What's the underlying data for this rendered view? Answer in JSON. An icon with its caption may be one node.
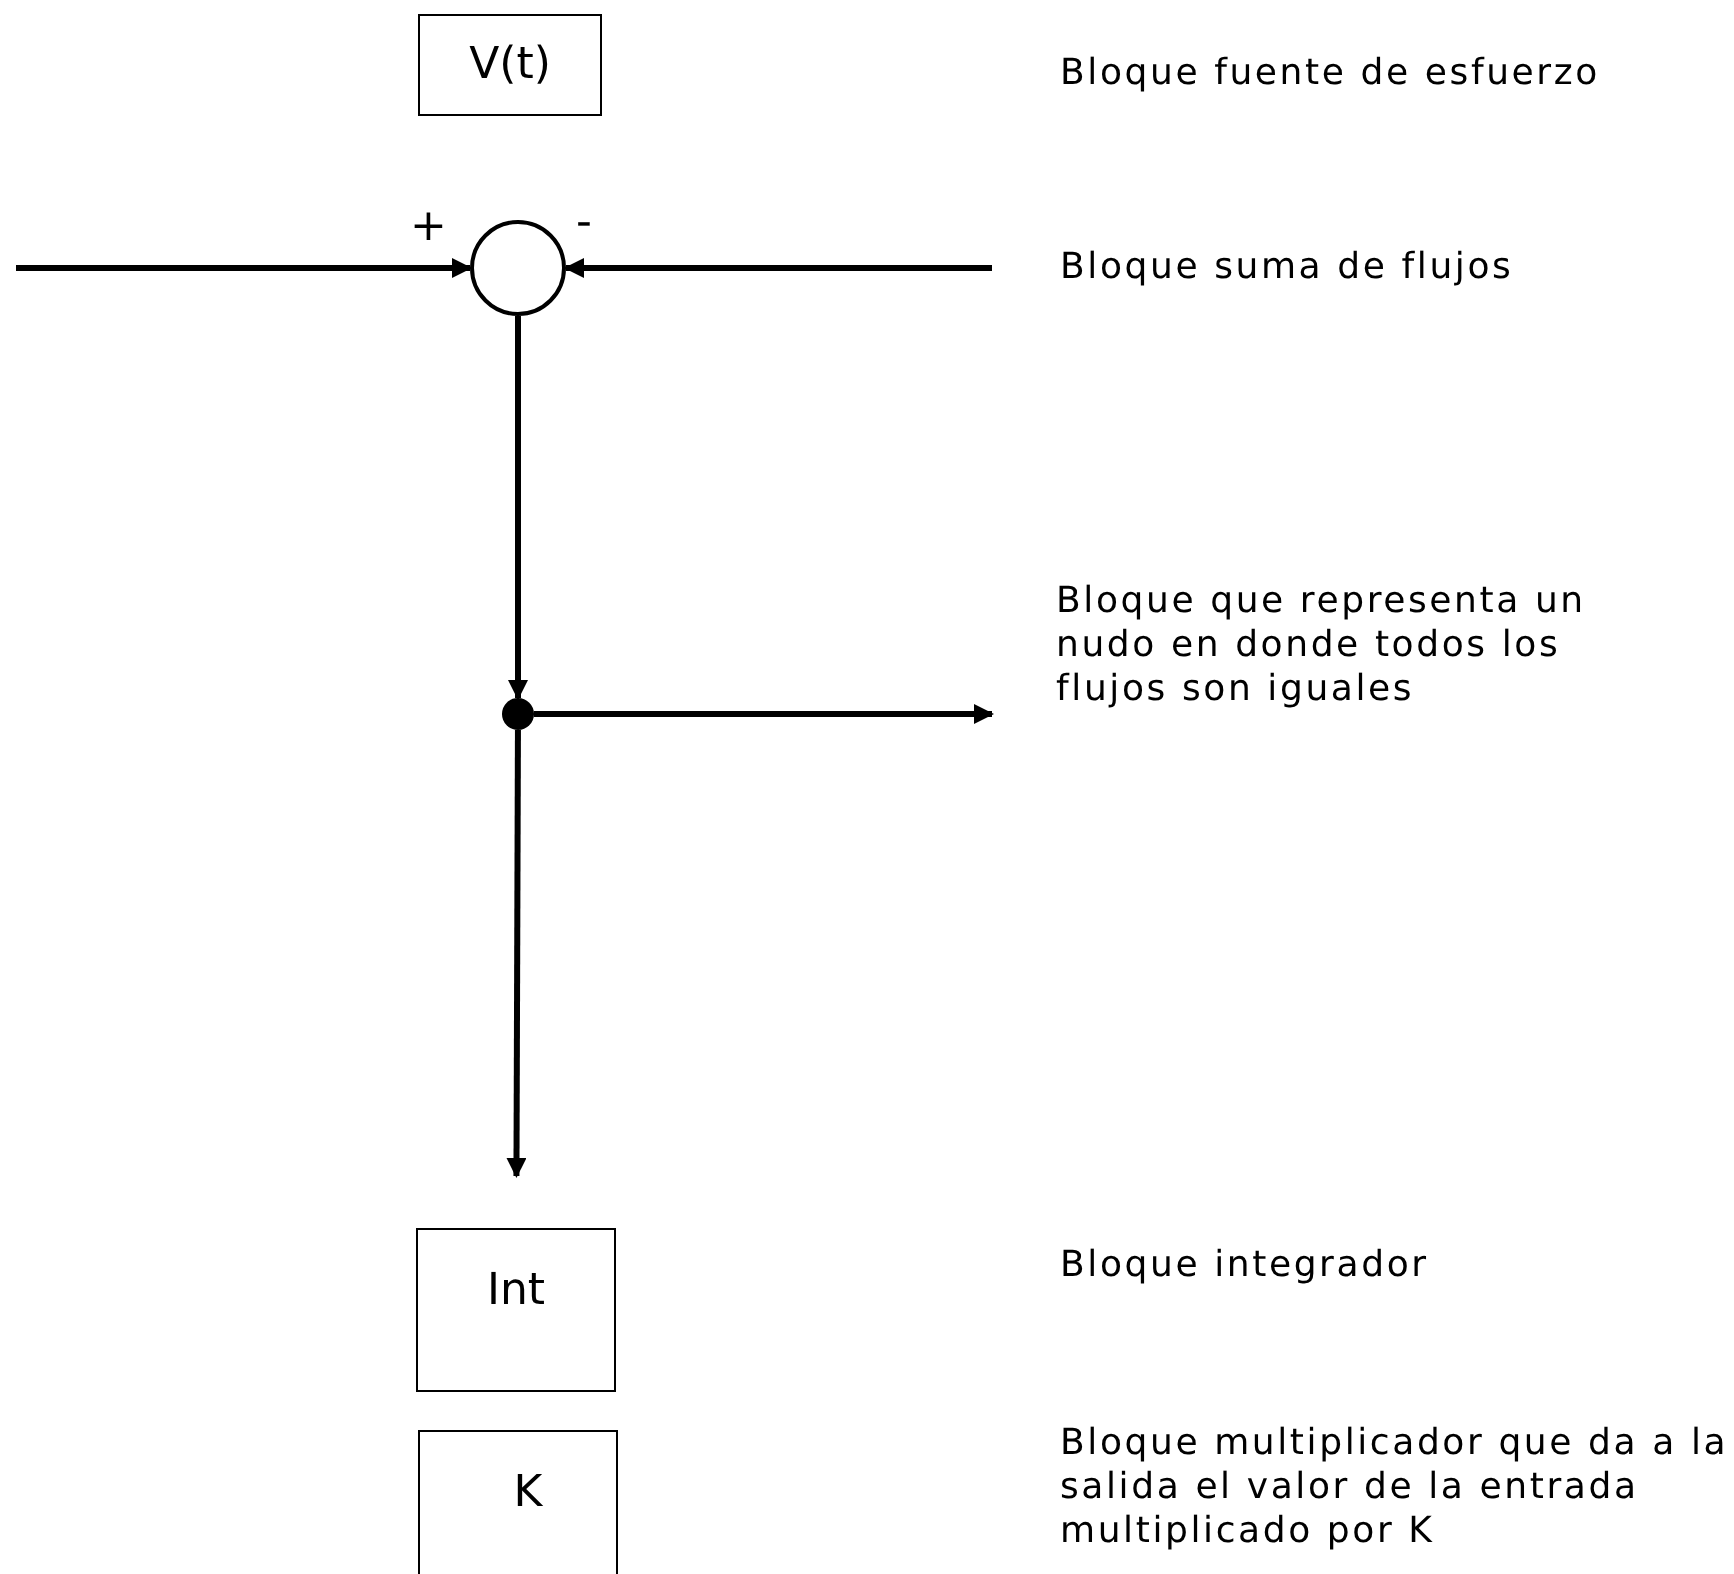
{
  "diagram": {
    "nodes": [
      {
        "text": [
          "V(t)"
        ]
      },
      {
        "text": [],
        "shape": "circle"
      },
      {
        "text": [],
        "shape": "circle"
      },
      {
        "text": [
          "Int"
        ]
      },
      {
        "text": [
          "K"
        ]
      }
    ],
    "edges": [
      {
        "from": null,
        "to": 1,
        "arrow": "to"
      },
      {
        "from": null,
        "to": 1,
        "arrow": "to"
      },
      {
        "from": 1,
        "to": 2,
        "arrow": "to"
      },
      {
        "from": 2,
        "to": null,
        "arrow": "to"
      },
      {
        "from": 2,
        "to": 3,
        "arrow": "to"
      }
    ],
    "labels": [
      "Bloque fuente de esfuerzo",
      "+",
      "-",
      "Bloque suma de flujos",
      "Bloque que representa un nudo en donde todos los flujos son iguales",
      "Bloque integrador",
      "Bloque multiplicador que da a la salida el valor de la entrada multiplicado por K"
    ]
  }
}
